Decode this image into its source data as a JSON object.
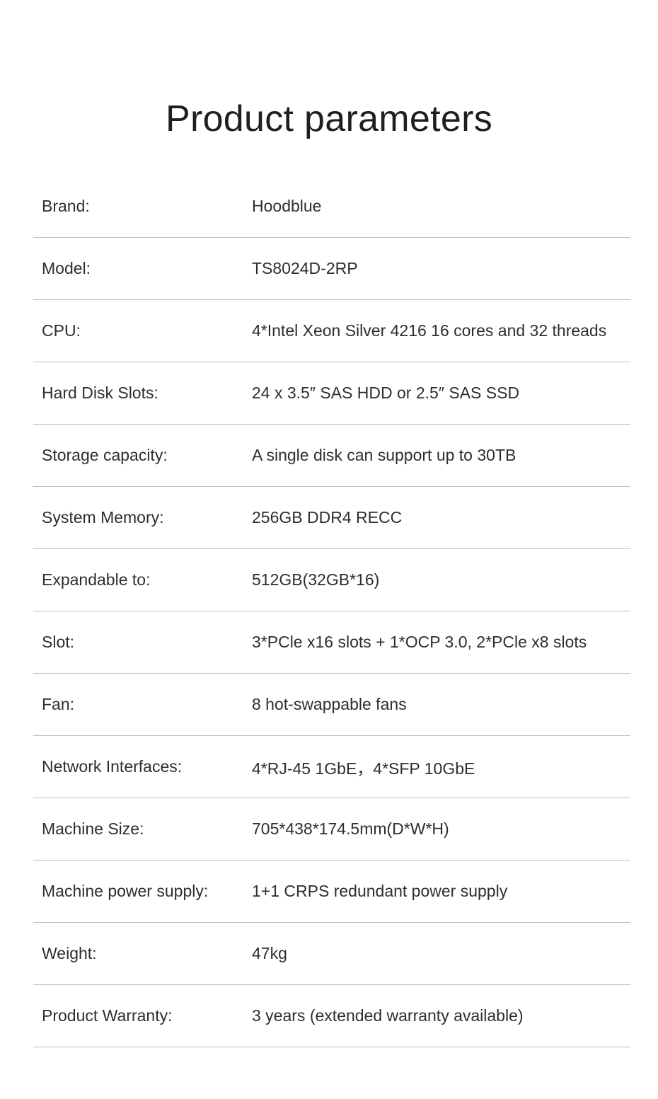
{
  "title": "Product parameters",
  "specs": [
    {
      "label": "Brand:",
      "value": "Hoodblue"
    },
    {
      "label": "Model:",
      "value": "TS8024D-2RP"
    },
    {
      "label": "CPU:",
      "value": "4*Intel Xeon Silver 4216  16 cores and 32 threads"
    },
    {
      "label": "Hard Disk Slots:",
      "value": "24 x 3.5″ SAS HDD or 2.5″ SAS SSD"
    },
    {
      "label": "Storage capacity:",
      "value": "A single disk can support up to 30TB"
    },
    {
      "label": "System Memory:",
      "value": "256GB DDR4 RECC"
    },
    {
      "label": "Expandable to:",
      "value": "512GB(32GB*16)"
    },
    {
      "label": "Slot:",
      "value": "3*PCle x16 slots + 1*OCP 3.0,  2*PCle x8 slots"
    },
    {
      "label": "Fan:",
      "value": "8 hot-swappable fans"
    },
    {
      "label": "Network Interfaces:",
      "value": "4*RJ-45 1GbE，4*SFP  10GbE"
    },
    {
      "label": "Machine Size:",
      "value": "705*438*174.5mm(D*W*H)"
    },
    {
      "label": "Machine power supply:",
      "value": "1+1 CRPS redundant power supply"
    },
    {
      "label": "Weight:",
      "value": "47kg"
    },
    {
      "label": "Product Warranty:",
      "value": "3 years (extended warranty available)"
    }
  ]
}
